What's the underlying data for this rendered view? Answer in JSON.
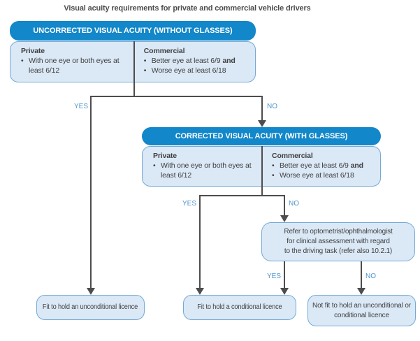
{
  "title": "Visual acuity requirements for private and commercial vehicle drivers",
  "labels": {
    "yes": "YES",
    "no": "NO"
  },
  "colors": {
    "header_blue": "#1287c9",
    "box_fill": "#dbe8f5",
    "box_border": "#74aad6",
    "line_gray": "#4d4d4f",
    "label_blue": "#4e95cc",
    "text_dark": "#3f4042",
    "title_gray": "#4c4d4f"
  },
  "uncorrected": {
    "header": "UNCORRECTED VISUAL ACUITY (WITHOUT GLASSES)",
    "private": {
      "heading": "Private",
      "bullet_1": {
        "text": "With one eye or both eyes at least 6/12",
        "bold": ""
      }
    },
    "commercial": {
      "heading": "Commercial",
      "bullet_1": {
        "text": "Better eye at least 6/9",
        "bold": "and"
      },
      "bullet_2": {
        "text": "Worse eye at least 6/18",
        "bold": ""
      }
    }
  },
  "corrected": {
    "header": "CORRECTED VISUAL ACUITY (WITH GLASSES)",
    "private": {
      "heading": "Private",
      "bullet_1": {
        "text": "With one eye or both eyes at least 6/12",
        "bold": ""
      }
    },
    "commercial": {
      "heading": "Commercial",
      "bullet_1": {
        "text": "Better eye at least 6/9",
        "bold": "and"
      },
      "bullet_2": {
        "text": "Worse eye at least 6/18",
        "bold": ""
      }
    }
  },
  "refer": {
    "line_1": "Refer to optometrist/ophthalmologist",
    "line_2": "for clinical assessment with regard",
    "line_3": "to the driving task (refer also 10.2.1)"
  },
  "outcomes": {
    "unconditional": "Fit to hold an unconditional licence",
    "conditional": "Fit to hold a conditional licence",
    "not_fit": "Not fit to hold an unconditional or conditional licence"
  }
}
